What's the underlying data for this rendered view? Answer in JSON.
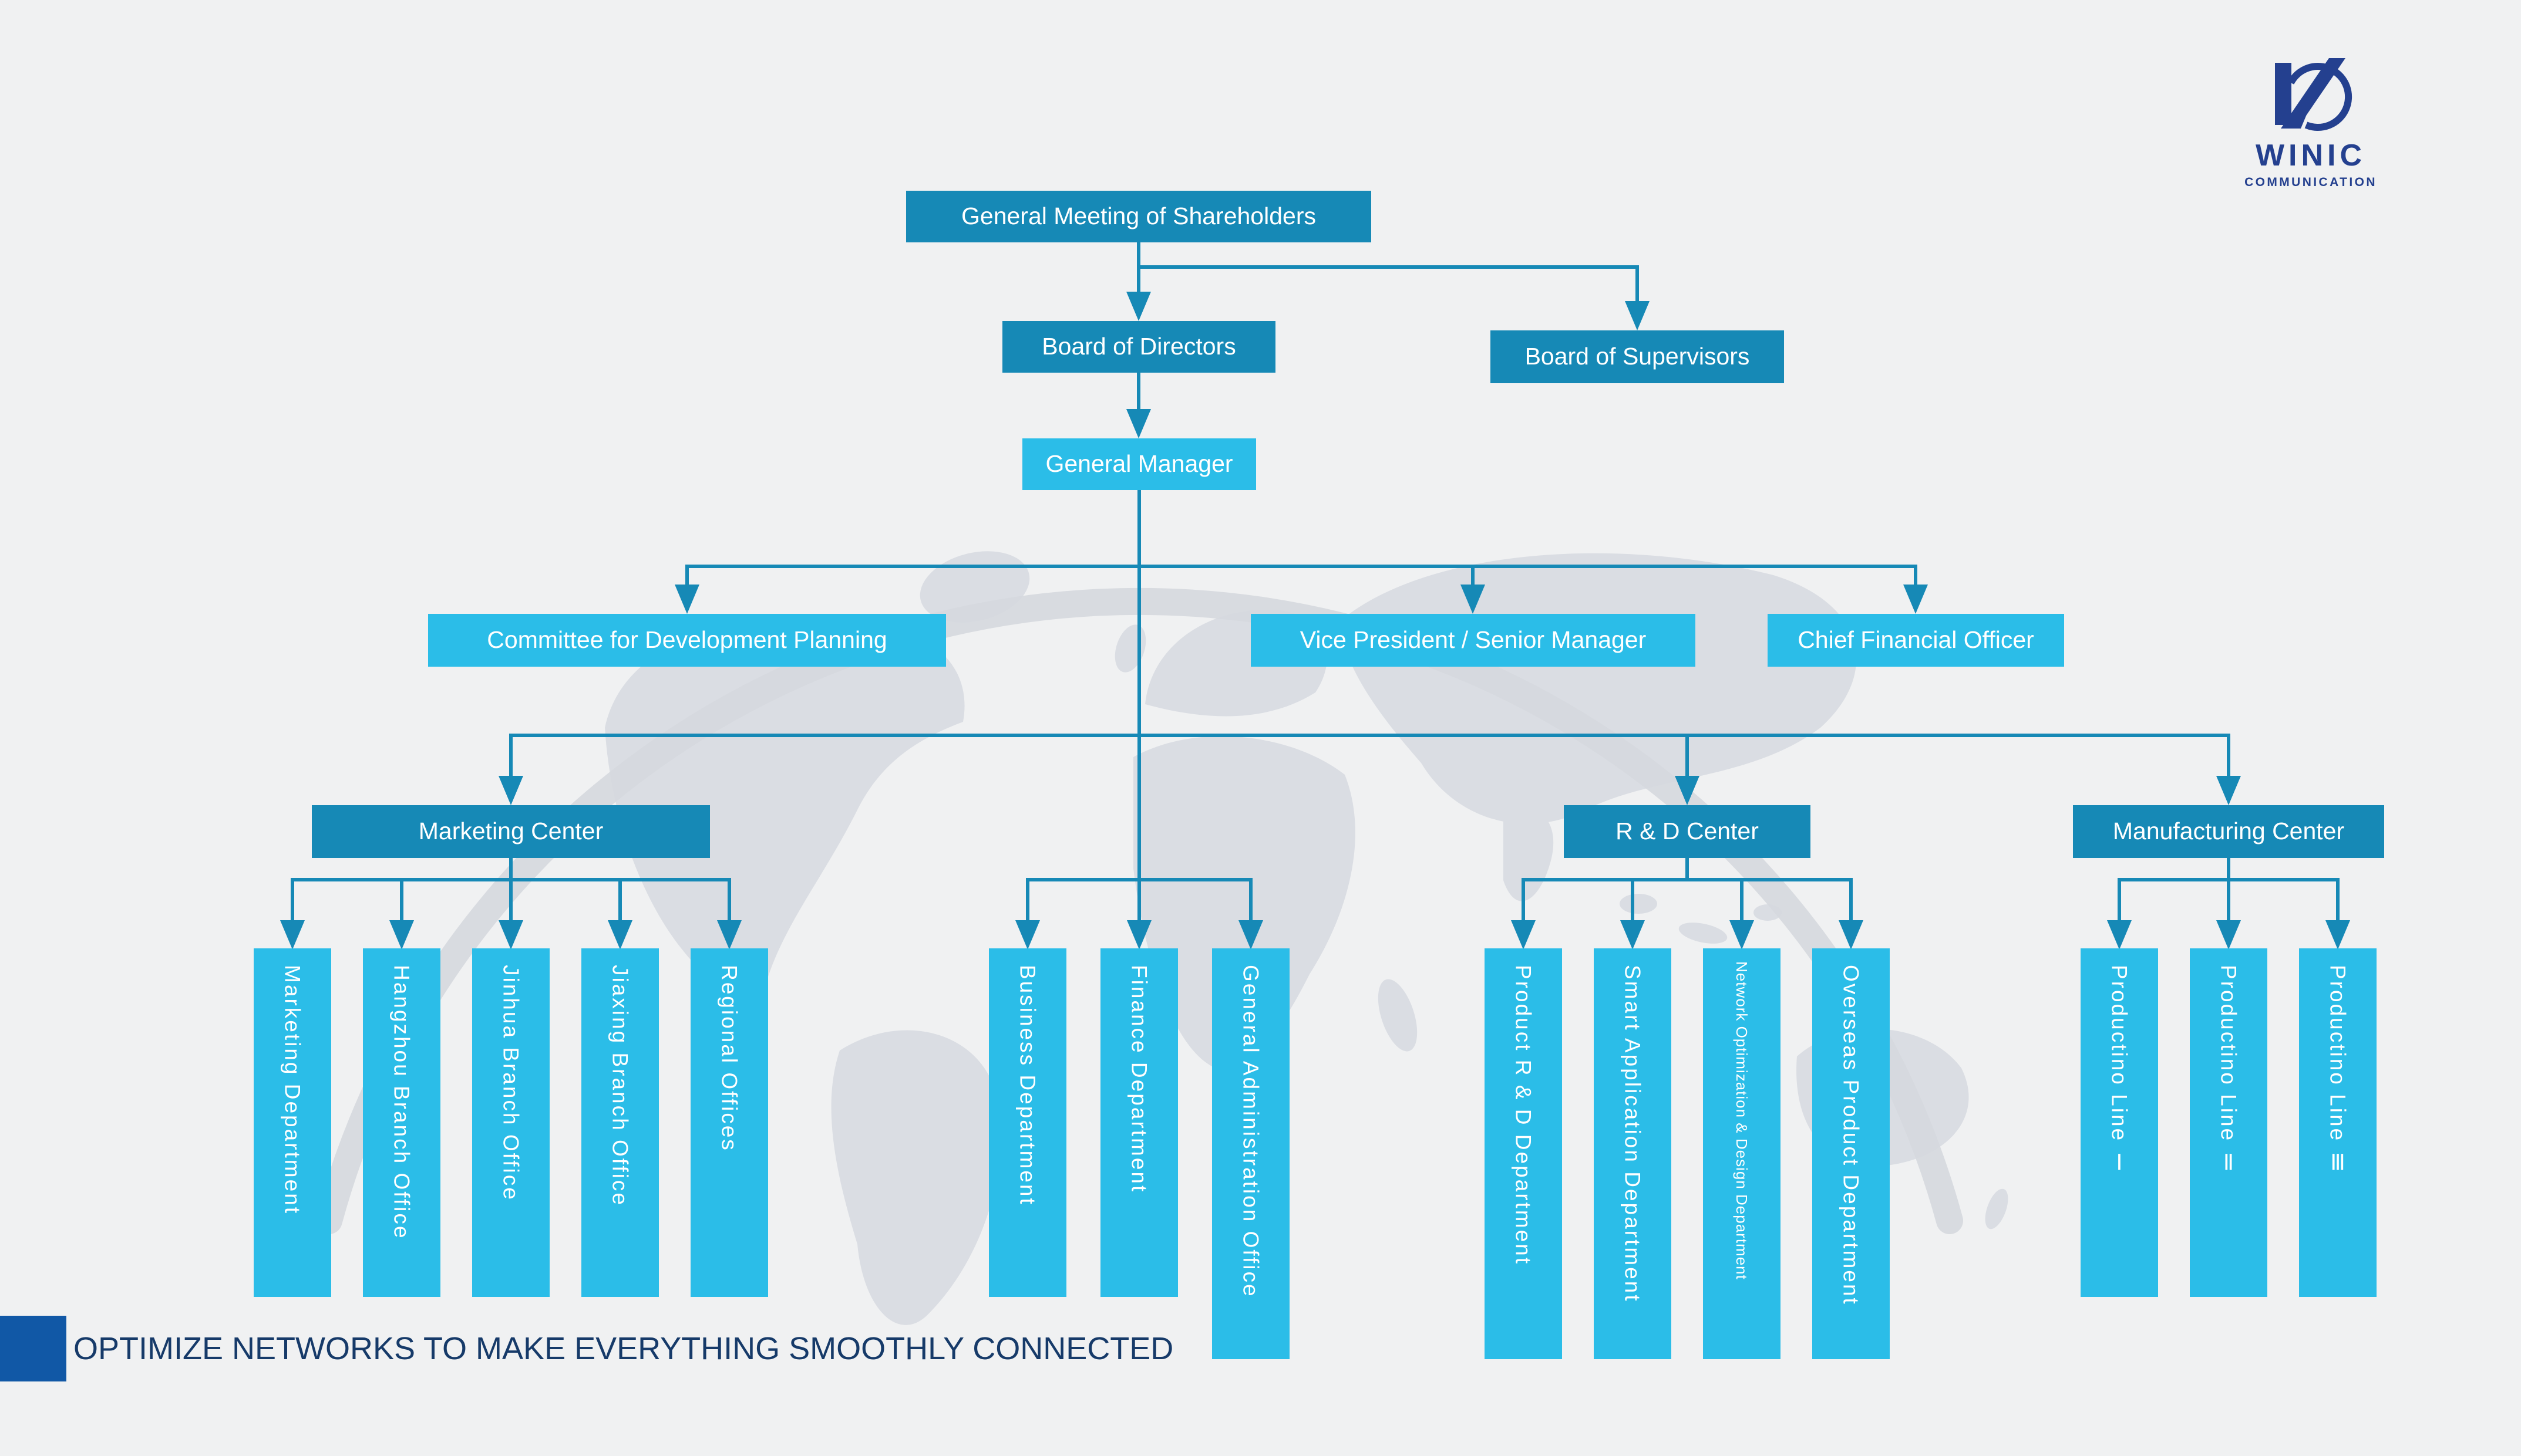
{
  "brand": {
    "wordmark": "WINIC",
    "subtitle": "COMMUNICATION"
  },
  "tagline": "OPTIMIZE NETWORKS TO MAKE EVERYTHING SMOOTHLY CONNECTED",
  "colors": {
    "accent_dark": "#1689b6",
    "accent_light": "#2bbde8",
    "logo_navy": "#24408f",
    "tagline_square_blue": "#1158a6",
    "background": "#f0f1f2",
    "watermark_gray": "#dadde3"
  },
  "org": {
    "level1": {
      "shareholders": "General Meeting of Shareholders"
    },
    "level2": {
      "board_of_directors": "Board of Directors",
      "board_of_supervisors": "Board of Supervisors"
    },
    "level3": {
      "general_manager": "General Manager"
    },
    "level4": {
      "committee": "Committee for Development Planning",
      "vice_president": "Vice President / Senior Manager",
      "cfo": "Chief Financial Officer"
    },
    "centers": {
      "marketing": "Marketing Center",
      "rd": "R & D Center",
      "manufacturing": "Manufacturing Center"
    },
    "marketing_departments": [
      "Marketing Department",
      "Hangzhou Branch Office",
      "Jinhua Branch Office",
      "Jiaxing Branch Office",
      "Regional Offices"
    ],
    "admin_departments": [
      "Business Department",
      "Finance Department",
      "General Administration Office"
    ],
    "rd_departments": [
      "Product R & D Department",
      "Smart Application Department",
      "Network Optimization & Design Department",
      "Overseas Product Department"
    ],
    "manufacturing_departments": [
      "Productino Line Ⅰ",
      "Productino Line Ⅱ",
      "Productino Line Ⅲ"
    ]
  }
}
